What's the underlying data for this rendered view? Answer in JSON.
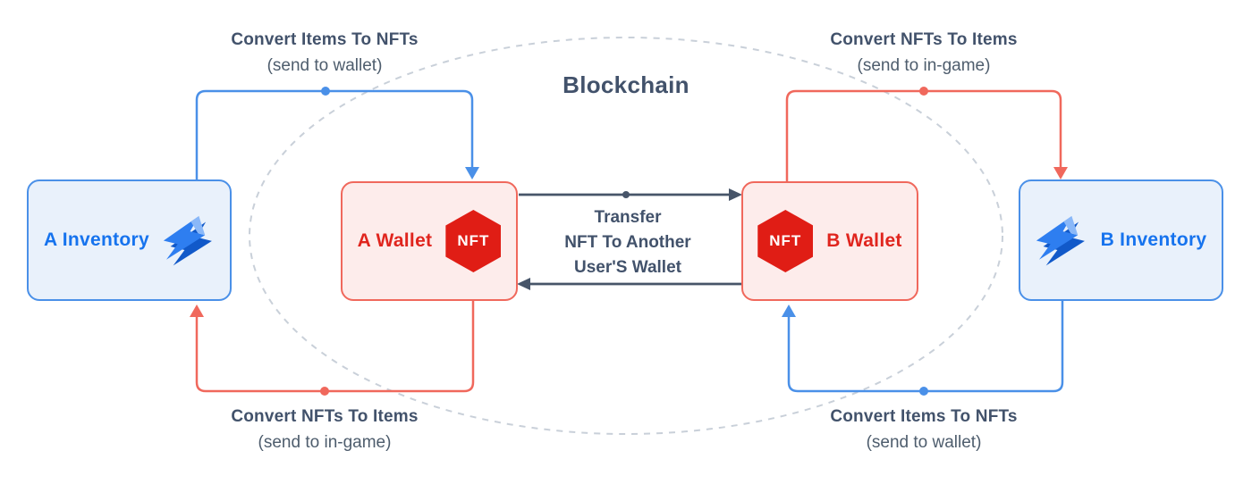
{
  "title": "Blockchain",
  "nodes": {
    "a_inventory": {
      "label": "A Inventory",
      "icon": "lightning-icon"
    },
    "a_wallet": {
      "label": "A Wallet",
      "badge": "NFT"
    },
    "b_wallet": {
      "label": "B Wallet",
      "badge": "NFT"
    },
    "b_inventory": {
      "label": "B Inventory",
      "icon": "lightning-icon"
    }
  },
  "flows": {
    "top_left": {
      "title": "Convert Items To NFTs",
      "subtitle": "(send to wallet)"
    },
    "top_right": {
      "title": "Convert NFTs To Items",
      "subtitle": "(send to in-game)"
    },
    "bottom_left": {
      "title": "Convert NFTs To Items",
      "subtitle": "(send to in-game)"
    },
    "bottom_right": {
      "title": "Convert Items To NFTs",
      "subtitle": "(send to wallet)"
    },
    "transfer": {
      "line1": "Transfer",
      "line2": "NFT To Another",
      "line3": "User'S Wallet"
    }
  },
  "colors": {
    "blue": "#4a90e8",
    "blue_text": "#1673ee",
    "blue_fill": "#e9f1fb",
    "red": "#f0685c",
    "red_text": "#e0251e",
    "red_fill": "#fdeceb",
    "nft_red": "#e01d15",
    "slate": "#475569",
    "label": "#42526b",
    "sublabel": "#4e5d6d",
    "gray_dash": "#c9d0d9",
    "bolt_main": "#2e7ef0",
    "bolt_dark": "#1159c9",
    "bolt_light": "#8ab8f8"
  }
}
